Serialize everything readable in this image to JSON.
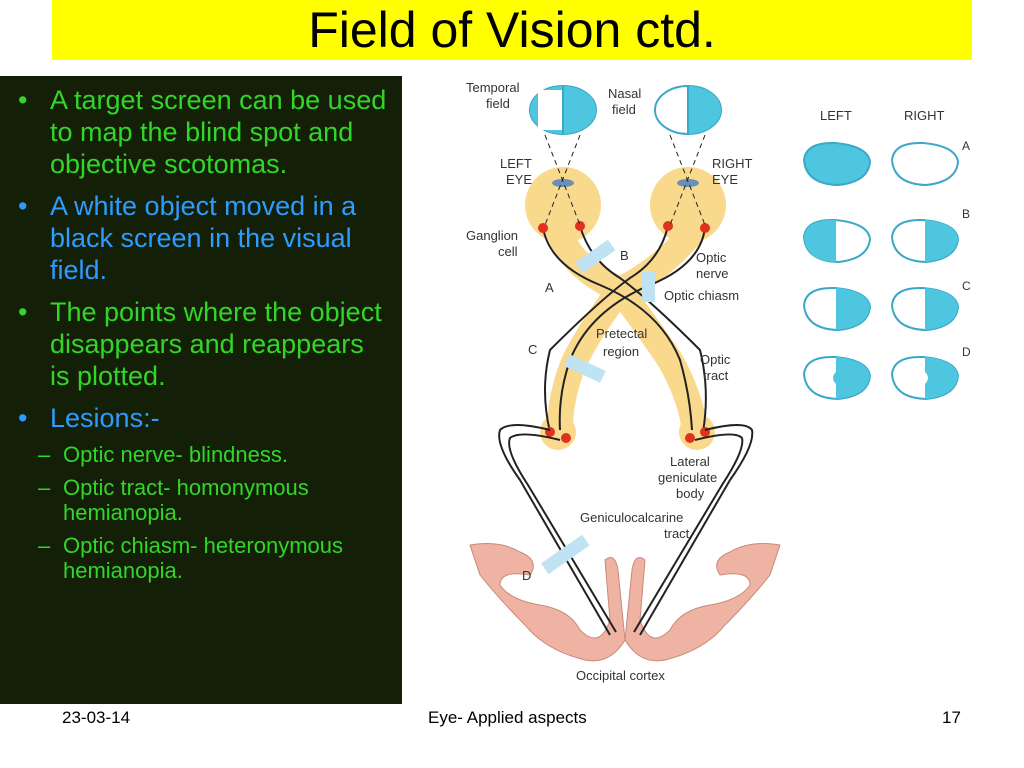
{
  "title": "Field of Vision ctd.",
  "bullets": [
    {
      "text": "A target screen can be used to map the blind spot and objective scotomas.",
      "color": "#32d629"
    },
    {
      "text": "A white object moved in a black screen in the visual field.",
      "color": "#2e9bff"
    },
    {
      "text": "The points where the object disappears and reappears is plotted.",
      "color": "#32d629"
    },
    {
      "text": "Lesions:-",
      "color": "#2e9bff"
    }
  ],
  "sub_bullets": [
    "Optic nerve- blindness.",
    "Optic tract- homonymous hemianopia.",
    "Optic chiasm- heteronymous hemianopia."
  ],
  "diagram": {
    "labels": {
      "temporal": [
        "Temporal",
        "field"
      ],
      "nasal": [
        "Nasal",
        "field"
      ],
      "left_eye": [
        "LEFT",
        "EYE"
      ],
      "right_eye": [
        "RIGHT",
        "EYE"
      ],
      "ganglion": [
        "Ganglion",
        "cell"
      ],
      "optic_nerve": [
        "Optic",
        "nerve"
      ],
      "chiasm": "Optic chiasm",
      "pretectal": [
        "Pretectal",
        "region"
      ],
      "optic_tract": [
        "Optic",
        "tract"
      ],
      "lgb": [
        "Lateral",
        "geniculate",
        "body"
      ],
      "gc_tract": [
        "Geniculocalcarine",
        "tract"
      ],
      "cortex": "Occipital cortex",
      "left_col": "LEFT",
      "right_col": "RIGHT",
      "lesion_a": "A",
      "lesion_b": "B",
      "lesion_c": "C",
      "lesion_d": "D"
    },
    "colors": {
      "field_blue": "#4fc6e0",
      "eye_yellow": "#f9d98c",
      "cortex_pink": "#eeb3a3",
      "lesion_bar": "#bfe3f2",
      "red_dot": "#e0321e"
    }
  },
  "footer": {
    "date": "23-03-14",
    "center": "Eye- Applied aspects",
    "page": "17"
  }
}
